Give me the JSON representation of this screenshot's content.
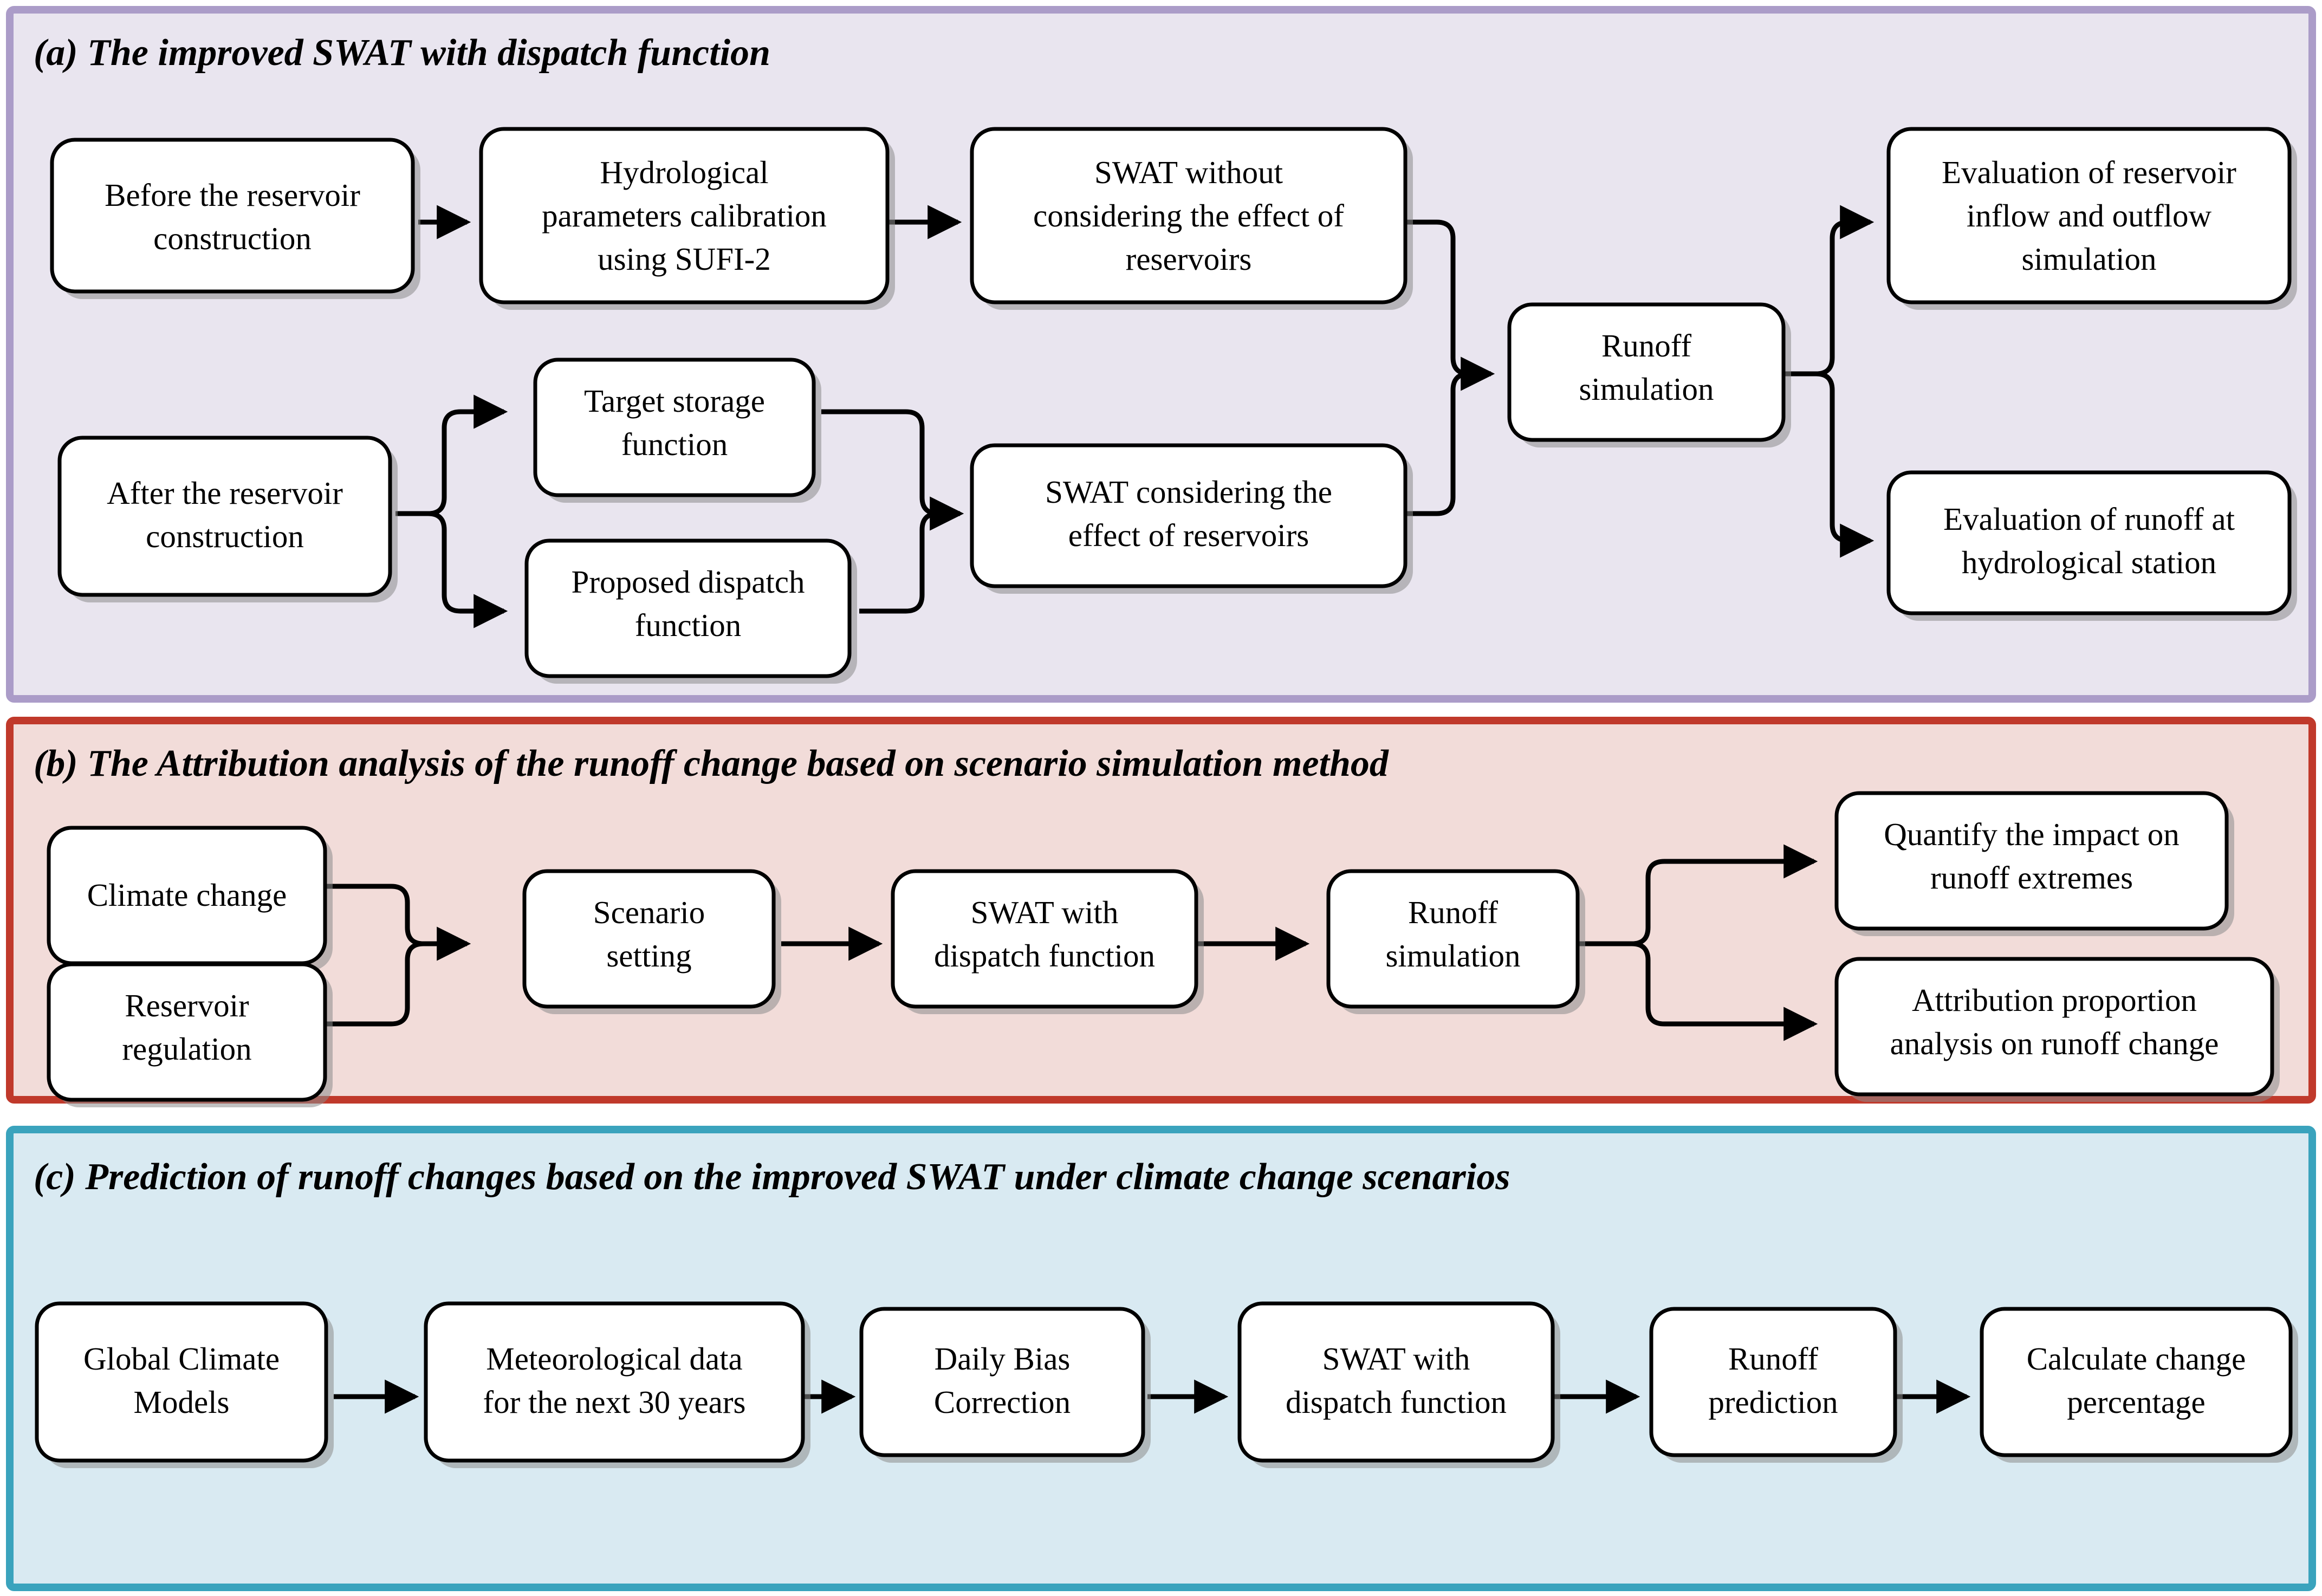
{
  "figure": {
    "kind": "three-panel-flowchart",
    "panels": [
      {
        "id": "a",
        "title": "(a) The improved SWAT with dispatch function",
        "border_color": "#ab9cc8",
        "fill_color": "#e9e5ef",
        "nodes": [
          {
            "id": "a1",
            "lines": [
              "Before the reservoir",
              "construction"
            ]
          },
          {
            "id": "a2",
            "lines": [
              "Hydrological",
              "parameters calibration",
              "using SUFI-2"
            ]
          },
          {
            "id": "a3",
            "lines": [
              "SWAT without",
              "considering the effect of",
              "reservoirs"
            ]
          },
          {
            "id": "a4",
            "lines": [
              "After the reservoir",
              "construction"
            ]
          },
          {
            "id": "a5",
            "lines": [
              "Target storage",
              "function"
            ]
          },
          {
            "id": "a6",
            "lines": [
              "Proposed dispatch",
              "function"
            ]
          },
          {
            "id": "a7",
            "lines": [
              "SWAT considering the",
              "effect of reservoirs"
            ]
          },
          {
            "id": "a8",
            "lines": [
              "Runoff",
              "simulation"
            ]
          },
          {
            "id": "a9",
            "lines": [
              "Evaluation of reservoir",
              "inflow and outflow",
              "simulation"
            ]
          },
          {
            "id": "a10",
            "lines": [
              "Evaluation of runoff at",
              "hydrological station"
            ]
          }
        ],
        "edges": [
          {
            "from": "a1",
            "to": "a2"
          },
          {
            "from": "a2",
            "to": "a3"
          },
          {
            "from": "a3",
            "to": "a8"
          },
          {
            "from": "a4",
            "to": "a5"
          },
          {
            "from": "a4",
            "to": "a6"
          },
          {
            "from": "a5",
            "to": "a7"
          },
          {
            "from": "a6",
            "to": "a7"
          },
          {
            "from": "a7",
            "to": "a8"
          },
          {
            "from": "a8",
            "to": "a9"
          },
          {
            "from": "a8",
            "to": "a10"
          }
        ]
      },
      {
        "id": "b",
        "title": "(b) The Attribution analysis of the runoff change based on scenario simulation method",
        "border_color": "#c0392b",
        "fill_color": "#f2dcd9",
        "nodes": [
          {
            "id": "b1",
            "lines": [
              "Climate change"
            ]
          },
          {
            "id": "b2",
            "lines": [
              "Reservoir",
              "regulation"
            ]
          },
          {
            "id": "b3",
            "lines": [
              "Scenario",
              "setting"
            ]
          },
          {
            "id": "b4",
            "lines": [
              "SWAT with",
              "dispatch function"
            ]
          },
          {
            "id": "b5",
            "lines": [
              "Runoff",
              "simulation"
            ]
          },
          {
            "id": "b6",
            "lines": [
              "Quantify the impact on",
              "runoff extremes"
            ]
          },
          {
            "id": "b7",
            "lines": [
              "Attribution proportion",
              "analysis on  runoff change"
            ]
          }
        ],
        "edges": [
          {
            "from": "b1",
            "to": "b3"
          },
          {
            "from": "b2",
            "to": "b3"
          },
          {
            "from": "b3",
            "to": "b4"
          },
          {
            "from": "b4",
            "to": "b5"
          },
          {
            "from": "b5",
            "to": "b6"
          },
          {
            "from": "b5",
            "to": "b7"
          }
        ]
      },
      {
        "id": "c",
        "title": "(c) Prediction of runoff changes based on the improved SWAT under climate change scenarios",
        "border_color": "#3aa3bd",
        "fill_color": "#d9eaf2",
        "nodes": [
          {
            "id": "c1",
            "lines": [
              "Global Climate",
              "Models"
            ]
          },
          {
            "id": "c2",
            "lines": [
              "Meteorological data",
              "for the next 30 years"
            ]
          },
          {
            "id": "c3",
            "lines": [
              "Daily Bias",
              "Correction"
            ]
          },
          {
            "id": "c4",
            "lines": [
              "SWAT with",
              "dispatch function"
            ]
          },
          {
            "id": "c5",
            "lines": [
              "Runoff",
              "prediction"
            ]
          },
          {
            "id": "c6",
            "lines": [
              "Calculate change",
              "percentage"
            ]
          }
        ],
        "edges": [
          {
            "from": "c1",
            "to": "c2"
          },
          {
            "from": "c2",
            "to": "c3"
          },
          {
            "from": "c3",
            "to": "c4"
          },
          {
            "from": "c4",
            "to": "c5"
          },
          {
            "from": "c5",
            "to": "c6"
          }
        ]
      }
    ]
  },
  "panel_a": {
    "title": "(a) The improved SWAT with dispatch function",
    "n1_l1": "Before the reservoir",
    "n1_l2": "construction",
    "n2_l1": "Hydrological",
    "n2_l2": "parameters calibration",
    "n2_l3": "using SUFI-2",
    "n3_l1": "SWAT without",
    "n3_l2": "considering the effect of",
    "n3_l3": "reservoirs",
    "n4_l1": "After the reservoir",
    "n4_l2": "construction",
    "n5_l1": "Target storage",
    "n5_l2": "function",
    "n6_l1": "Proposed dispatch",
    "n6_l2": "function",
    "n7_l1": "SWAT considering the",
    "n7_l2": "effect of reservoirs",
    "n8_l1": "Runoff",
    "n8_l2": "simulation",
    "n9_l1": "Evaluation of reservoir",
    "n9_l2": "inflow and outflow",
    "n9_l3": "simulation",
    "n10_l1": "Evaluation of runoff at",
    "n10_l2": "hydrological station"
  },
  "panel_b": {
    "title": "(b) The Attribution analysis of the runoff change based on scenario simulation method",
    "n1_l1": "Climate change",
    "n2_l1": "Reservoir",
    "n2_l2": "regulation",
    "n3_l1": "Scenario",
    "n3_l2": "setting",
    "n4_l1": "SWAT with",
    "n4_l2": "dispatch function",
    "n5_l1": "Runoff",
    "n5_l2": "simulation",
    "n6_l1": "Quantify the impact on",
    "n6_l2": "runoff extremes",
    "n7_l1": "Attribution proportion",
    "n7_l2": "analysis on  runoff change"
  },
  "panel_c": {
    "title": "(c) Prediction of runoff changes based on the improved SWAT under climate change scenarios",
    "n1_l1": "Global Climate",
    "n1_l2": "Models",
    "n2_l1": "Meteorological data",
    "n2_l2": "for the next 30 years",
    "n3_l1": "Daily Bias",
    "n3_l2": "Correction",
    "n4_l1": "SWAT with",
    "n4_l2": "dispatch function",
    "n5_l1": "Runoff",
    "n5_l2": "prediction",
    "n6_l1": "Calculate change",
    "n6_l2": "percentage"
  },
  "colors": {
    "panel_a_border": "#ab9cc8",
    "panel_a_fill": "#e9e5ef",
    "panel_b_border": "#c0392b",
    "panel_b_fill": "#f2dcd9",
    "panel_c_border": "#3aa3bd",
    "panel_c_fill": "#d9eaf2",
    "node_fill": "#ffffff",
    "node_stroke": "#000000",
    "page_background": "#ffffff"
  }
}
